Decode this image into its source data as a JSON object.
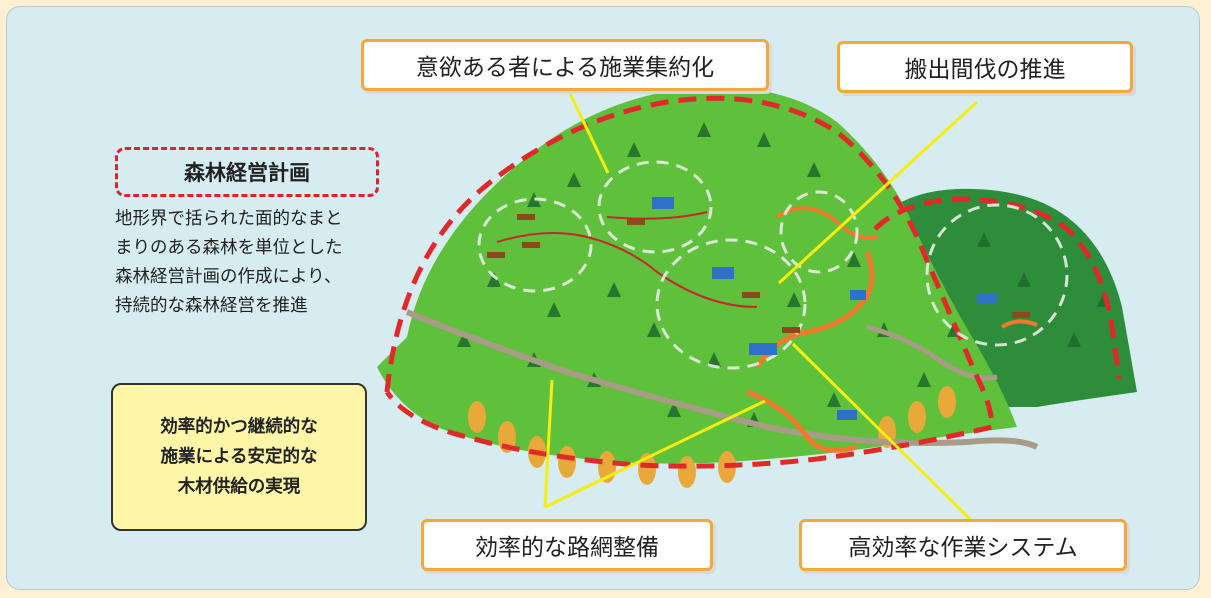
{
  "plan": {
    "title": "森林経営計画",
    "description": [
      "地形界で括られた面的なまと",
      "まりのある森林を単位とした",
      "森林経営計画の作成により、",
      "持続的な森林経営を推進"
    ]
  },
  "summary": [
    "効率的かつ継続的な",
    "施業による安定的な",
    "木材供給の実現"
  ],
  "callouts": {
    "intensification": "意欲ある者による施業集約化",
    "thinning": "搬出間伐の推進",
    "road_network": "効率的な路網整備",
    "work_system": "高効率な作業システム"
  },
  "colors": {
    "page_background": "#fdf0d3",
    "panel": "#d6ecf1",
    "callout_border": "#f3a83b",
    "leader_line": "#f5ee10",
    "plan_dashed_border": "#e0222b",
    "summary_fill": "#fdf6a6",
    "forest_light": "#5ec03b",
    "forest_dark": "#2d8d3a",
    "boundary_dashes": "#e2292a",
    "road": "#a89c86",
    "work_road": "#ef7a2e"
  }
}
